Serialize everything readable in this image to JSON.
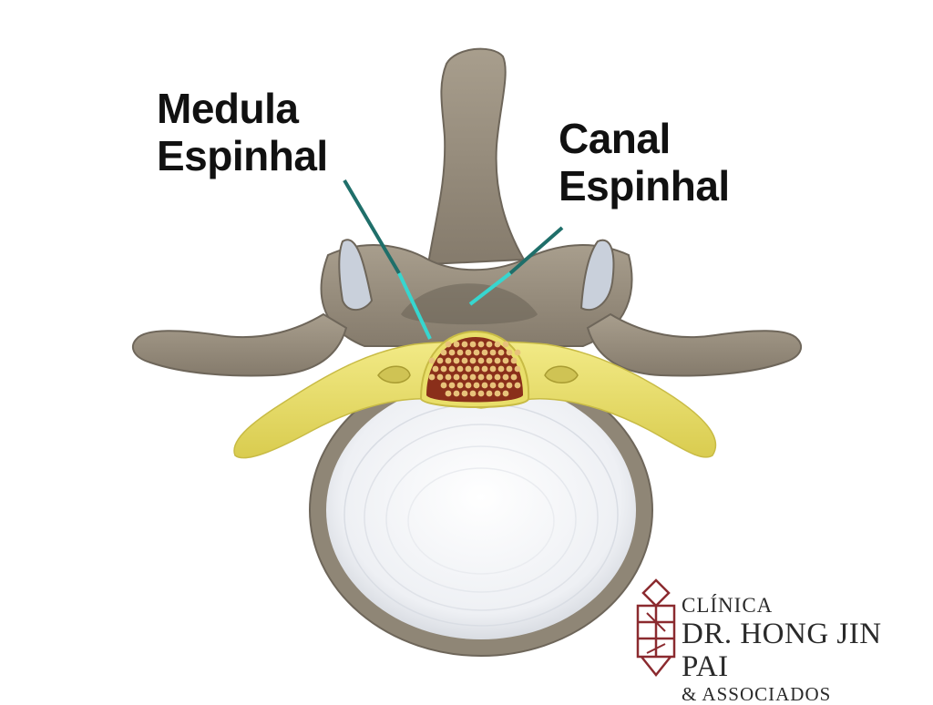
{
  "labels": {
    "medula": {
      "line1": "Medula",
      "line2": "Espinhal"
    },
    "canal": {
      "line1": "Canal",
      "line2": "Espinhal"
    }
  },
  "logo": {
    "line1": "CLÍNICA",
    "line2": "DR. HONG JIN PAI",
    "line3": "& ASSOCIADOS",
    "mark_color": "#8b2a2f"
  },
  "colors": {
    "bone": "#9c9282",
    "bone_dark": "#6e665a",
    "ligament": "#e9df6a",
    "disc": "#f4f5f7",
    "cord": "#8a2f1a",
    "cord_dots": "#e8c27a",
    "pointer_line": "#1f6f6a",
    "pointer_highlight": "#37d6cf"
  }
}
